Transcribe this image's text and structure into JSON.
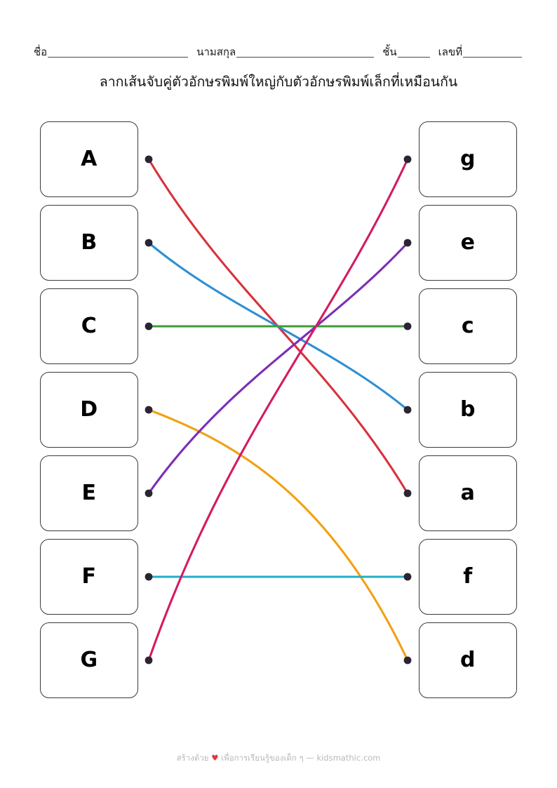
{
  "header": {
    "name_label": "ชื่อ",
    "surname_label": "นามสกุล",
    "class_label": "ชั้น",
    "number_label": "เลขที่",
    "name_value": "",
    "surname_value": "",
    "class_value": "",
    "number_value": ""
  },
  "instruction": "ลากเส้นจับคู่ตัวอักษรพิมพ์ใหญ่กับตัวอักษรพิมพ์เล็กที่เหมือนกัน",
  "left_column": [
    {
      "letter": "A"
    },
    {
      "letter": "B"
    },
    {
      "letter": "C"
    },
    {
      "letter": "D"
    },
    {
      "letter": "E"
    },
    {
      "letter": "F"
    },
    {
      "letter": "G"
    }
  ],
  "right_column": [
    {
      "letter": "g"
    },
    {
      "letter": "e"
    },
    {
      "letter": "c"
    },
    {
      "letter": "b"
    },
    {
      "letter": "a"
    },
    {
      "letter": "f"
    },
    {
      "letter": "d"
    }
  ],
  "connections": [
    {
      "from": "A",
      "to": "a",
      "from_row": 1,
      "to_row": 5,
      "color": "#d8323c"
    },
    {
      "from": "B",
      "to": "b",
      "from_row": 2,
      "to_row": 4,
      "color": "#2e8fd4"
    },
    {
      "from": "C",
      "to": "c",
      "from_row": 3,
      "to_row": 3,
      "color": "#3d9b35"
    },
    {
      "from": "D",
      "to": "d",
      "from_row": 4,
      "to_row": 7,
      "color": "#f2a013"
    },
    {
      "from": "E",
      "to": "e",
      "from_row": 5,
      "to_row": 2,
      "color": "#7b2fb5"
    },
    {
      "from": "F",
      "to": "f",
      "from_row": 6,
      "to_row": 6,
      "color": "#21aec6"
    },
    {
      "from": "G",
      "to": "g",
      "from_row": 7,
      "to_row": 1,
      "color": "#d31b62"
    }
  ],
  "endpoint_dot_color": "#2b2433",
  "footer": {
    "prefix": "สร้างด้วย",
    "heart": "♥",
    "middle": "เพื่อการเรียนรู้ของเด็ก ๆ —",
    "site": "kidsmathic.com"
  }
}
